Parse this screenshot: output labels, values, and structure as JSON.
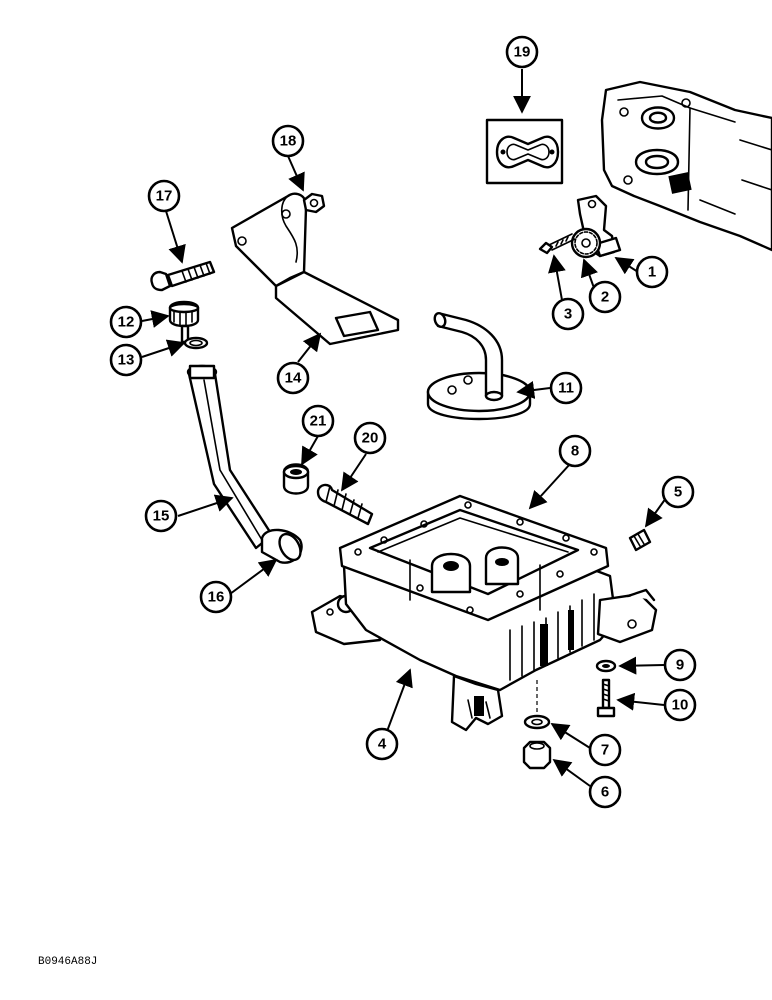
{
  "diagram": {
    "drawing_code": "B0946A88J",
    "callouts": [
      {
        "id": "1",
        "label": "1"
      },
      {
        "id": "2",
        "label": "2"
      },
      {
        "id": "3",
        "label": "3"
      },
      {
        "id": "4",
        "label": "4"
      },
      {
        "id": "5",
        "label": "5"
      },
      {
        "id": "6",
        "label": "6"
      },
      {
        "id": "7",
        "label": "7"
      },
      {
        "id": "8",
        "label": "8"
      },
      {
        "id": "9",
        "label": "9"
      },
      {
        "id": "10",
        "label": "10"
      },
      {
        "id": "11",
        "label": "11"
      },
      {
        "id": "12",
        "label": "12"
      },
      {
        "id": "13",
        "label": "13"
      },
      {
        "id": "14",
        "label": "14"
      },
      {
        "id": "15",
        "label": "15"
      },
      {
        "id": "16",
        "label": "16"
      },
      {
        "id": "17",
        "label": "17"
      },
      {
        "id": "18",
        "label": "18"
      },
      {
        "id": "19",
        "label": "19"
      },
      {
        "id": "20",
        "label": "20"
      },
      {
        "id": "21",
        "label": "21"
      }
    ]
  }
}
